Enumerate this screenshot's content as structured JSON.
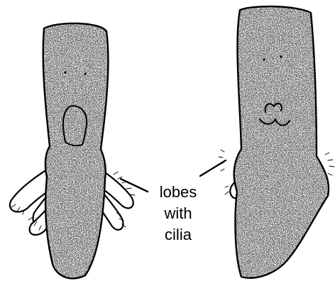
{
  "figure": {
    "label_lines": [
      "lobes",
      "with",
      "cilia"
    ],
    "left_specimen_icon": "larva-with-lobes",
    "right_specimen_icon": "larva-elongated",
    "colors": {
      "ink": "#000000",
      "paper": "#ffffff"
    }
  }
}
